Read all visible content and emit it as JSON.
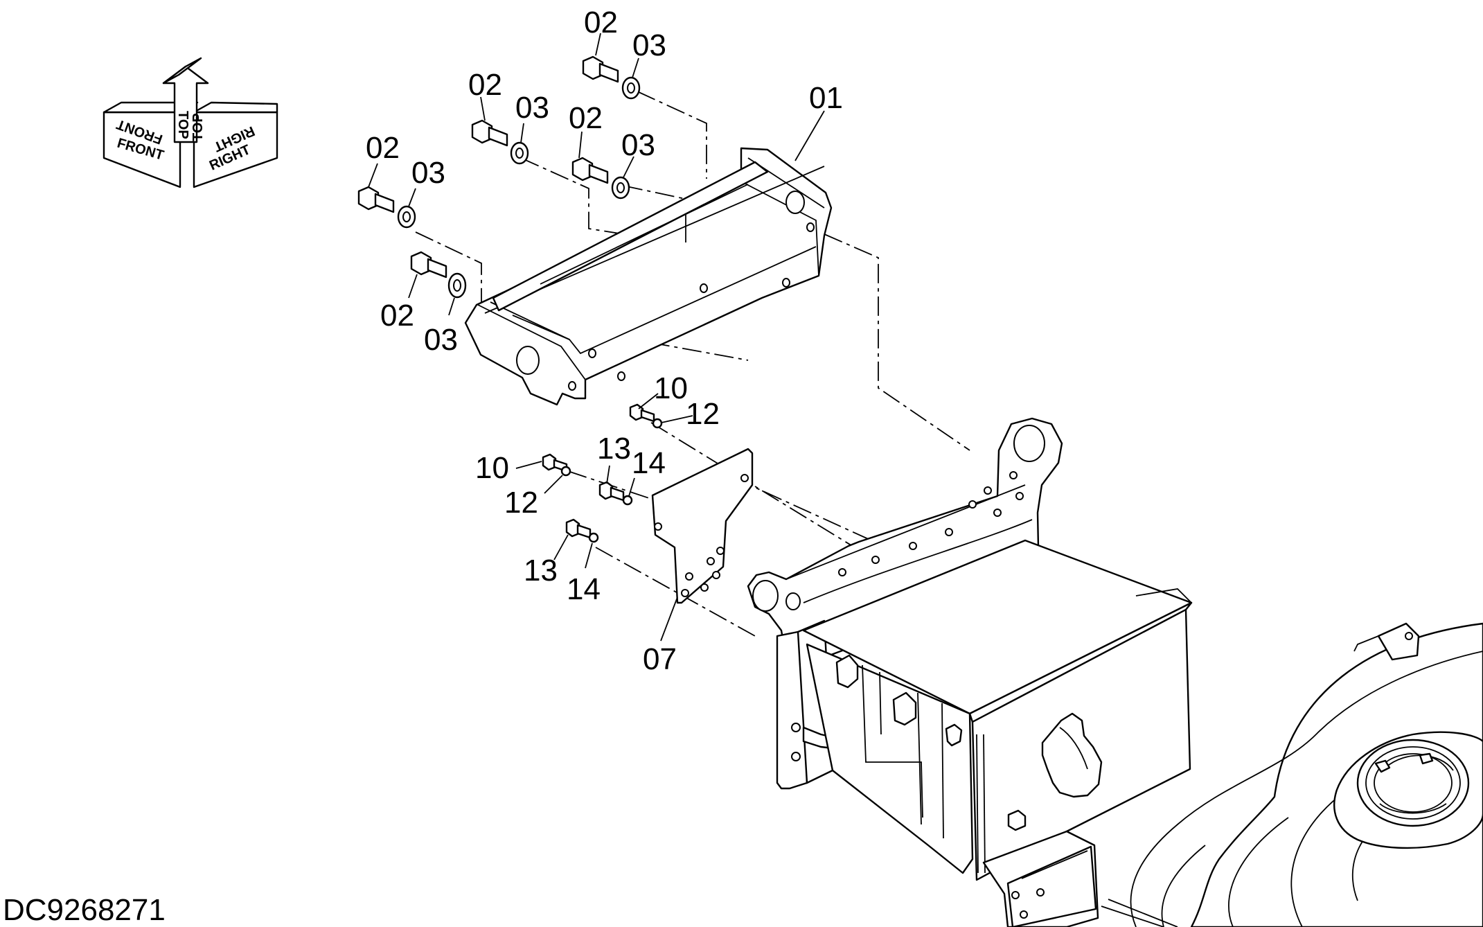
{
  "orientation": {
    "front": "FRONT",
    "top": "TOP",
    "right": "RIGHT"
  },
  "callouts": {
    "c01": "01",
    "c02": "02",
    "c03": "03",
    "c07": "07",
    "c10": "10",
    "c12": "12",
    "c13": "13",
    "c14": "14"
  },
  "drawing_number": "DC9268271"
}
